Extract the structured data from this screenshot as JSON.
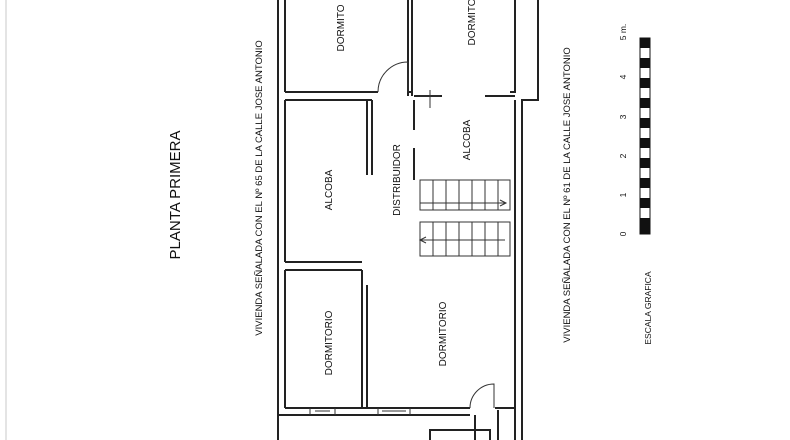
{
  "title": "PLANTA PRIMERA",
  "neighbors": {
    "left": "VIVIENDA SEÑALADA CON EL Nº 65 DE LA CALLE JOSE ANTONIO",
    "right": "VIVIENDA SEÑALADA CON EL Nº 61 DE LA CALLE JOSE ANTONIO"
  },
  "rooms": {
    "dormitorio_top_left": "DORMITO",
    "dormitorio_top_right": "DORMITO",
    "alcoba_left": "ALCOBA",
    "alcoba_right": "ALCOBA",
    "distribuidor": "DISTRIBUIDOR",
    "dormitorio_bottom_left": "DORMITORIO",
    "dormitorio_bottom_right": "DORMITORIO"
  },
  "scale": {
    "title": "ESCALA GRAFICA",
    "ticks": [
      "0",
      "1",
      "2",
      "3",
      "4",
      "5 m."
    ]
  }
}
